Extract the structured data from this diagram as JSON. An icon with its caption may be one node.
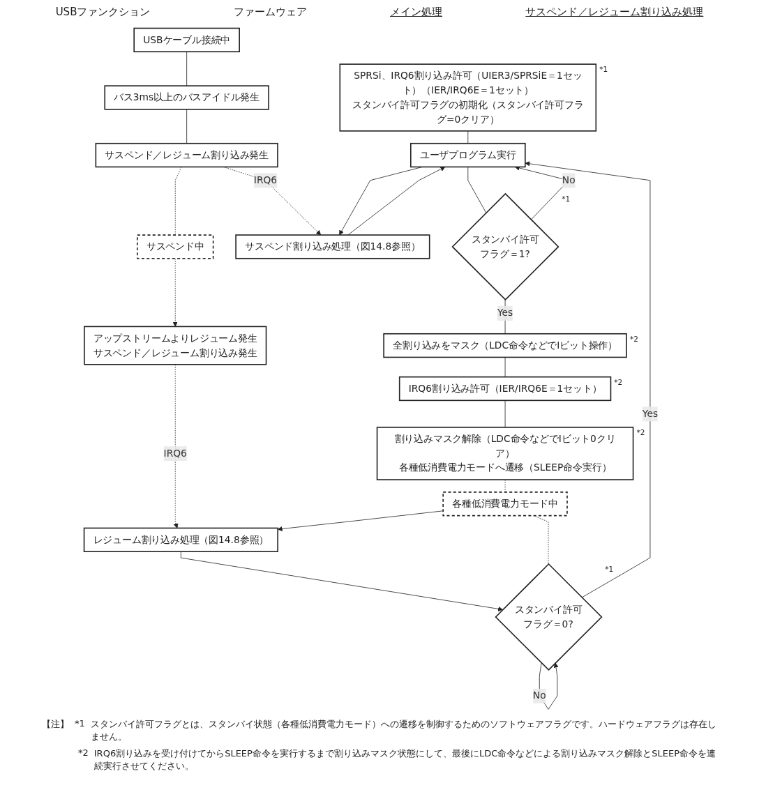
{
  "diagram": {
    "nodes": [
      {
        "text": [
          "USBケーブル接続中"
        ]
      },
      {
        "text": [
          "バス3ms以上のバスアイドル発生"
        ]
      },
      {
        "text": [
          "サスペンド／レジューム割り込み発生"
        ]
      },
      {
        "text": [
          "サスペンド中"
        ]
      },
      {
        "text": [
          "アップストリームよりレジューム発生",
          "サスペンド／レジューム割り込み発生"
        ]
      },
      {
        "text": [
          "SPRSi、IRQ6割り込み許可（UIER3/SPRSiE＝1セット）（IER/IRQ6E＝1セット）",
          "スタンバイ許可フラグの初期化（スタンバイ許可フラグ=0クリア）"
        ],
        "beside": [
          "*1"
        ]
      },
      {
        "text": [
          "ユーザプログラム実行"
        ]
      },
      {
        "text": [
          "スタンバイ許可フラグ＝1?"
        ],
        "beside": [
          "*1"
        ]
      },
      {
        "text": [
          "全割り込みをマスク（LDC命令などでIビット操作）"
        ],
        "beside": [
          "*2"
        ]
      },
      {
        "text": [
          "IRQ6割り込み許可（IER/IRQ6E＝1セット）"
        ],
        "beside": [
          "*2"
        ]
      },
      {
        "text": [
          "割り込みマスク解除（LDC命令などでIビット0クリア）",
          "各種低消費電力モードへ遷移（SLEEP命令実行）"
        ],
        "beside": [
          "*2"
        ]
      },
      {
        "text": [
          "各種低消費電力モード中"
        ]
      },
      {
        "text": [
          "スタンバイ許可フラグ＝0?"
        ],
        "beside": [
          "*1"
        ]
      },
      {
        "text": [
          "サスペンド割り込み処理（図14.8参照）"
        ]
      },
      {
        "text": [
          "レジューム割り込み処理（図14.8参照）"
        ]
      }
    ],
    "edges": [
      {
        "from": 0,
        "to": 1,
        "arrow": "none"
      },
      {
        "from": 1,
        "to": 2,
        "arrow": "none"
      },
      {
        "from": 2,
        "to": 3,
        "arrow": "none",
        "style": "dashed"
      },
      {
        "from": 3,
        "to": 4,
        "arrow": "to",
        "style": "dashed"
      },
      {
        "from": 2,
        "to": 13,
        "arrow": "to",
        "style": "dashed",
        "label": "IRQ6"
      },
      {
        "from": 5,
        "to": 6,
        "arrow": "none"
      },
      {
        "from": 6,
        "to": 13,
        "arrow": "to"
      },
      {
        "from": 13,
        "to": 6,
        "arrow": "to"
      },
      {
        "from": 6,
        "to": 7,
        "arrow": "none"
      },
      {
        "from": 7,
        "to": 6,
        "arrow": "to",
        "label": "No"
      },
      {
        "from": 7,
        "to": 8,
        "arrow": "none",
        "label": "Yes"
      },
      {
        "from": 8,
        "to": 9,
        "arrow": "none"
      },
      {
        "from": 9,
        "to": 10,
        "arrow": "none"
      },
      {
        "from": 10,
        "to": 11,
        "arrow": "none",
        "style": "dashed"
      },
      {
        "from": 4,
        "to": 14,
        "arrow": "to",
        "style": "dashed",
        "label": "IRQ6"
      },
      {
        "from": 11,
        "to": 14,
        "arrow": "to"
      },
      {
        "from": 14,
        "to": 12,
        "arrow": "to"
      },
      {
        "from": 11,
        "to": 12,
        "arrow": "none",
        "style": "dashed"
      },
      {
        "from": 12,
        "to": 12,
        "arrow": "to",
        "label": "No"
      },
      {
        "from": 12,
        "to": 6,
        "arrow": "to",
        "label": "Yes"
      }
    ],
    "labels": [
      "USBファンクション",
      "ファームウェア",
      "メイン処理",
      "サスペンド／レジューム割り込み処理",
      "【注】",
      "*1",
      "スタンバイ許可フラグとは、スタンバイ状態（各種低消費電力モード）への遷移を制御するためのソフトウェアフラグです。ハードウェアフラグは存在しません。",
      "*2",
      "IRQ6割り込みを受け付けてからSLEEP命令を実行するまで割り込みマスク状態にして、最後にLDC命令などによる割り込みマスク解除とSLEEP命令を連続実行させてください。"
    ]
  }
}
